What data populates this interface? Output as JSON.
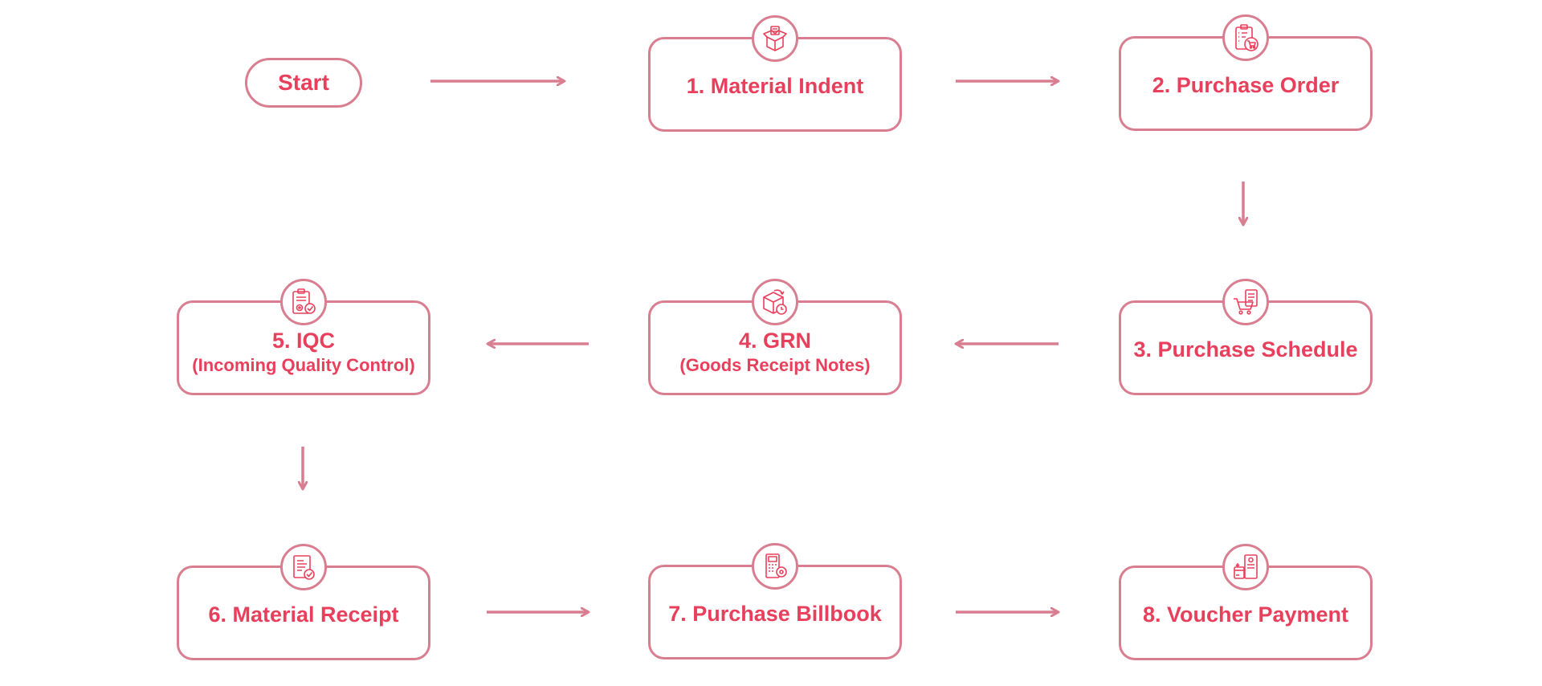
{
  "flow": {
    "start_label": "Start",
    "steps": [
      {
        "title": "1. Material Indent",
        "icon": "material-box-icon"
      },
      {
        "title": "2. Purchase Order",
        "icon": "clipboard-cart-icon"
      },
      {
        "title": "3. Purchase Schedule",
        "icon": "cart-checklist-icon"
      },
      {
        "title": "4. GRN",
        "subtitle": "(Goods Receipt Notes)",
        "icon": "parcel-clock-icon"
      },
      {
        "title": "5. IQC",
        "subtitle": "(Incoming Quality Control)",
        "icon": "clipboard-gear-check-icon"
      },
      {
        "title": "6. Material Receipt",
        "icon": "document-check-icon"
      },
      {
        "title": "7. Purchase Billbook",
        "icon": "billbook-gear-icon"
      },
      {
        "title": "8. Voucher Payment",
        "icon": "voucher-payment-icon"
      }
    ]
  },
  "colors": {
    "text": "#e8405c",
    "border": "#d87e90",
    "arrow": "#d87e90",
    "icon": "#e8405c",
    "background": "#ffffff"
  }
}
